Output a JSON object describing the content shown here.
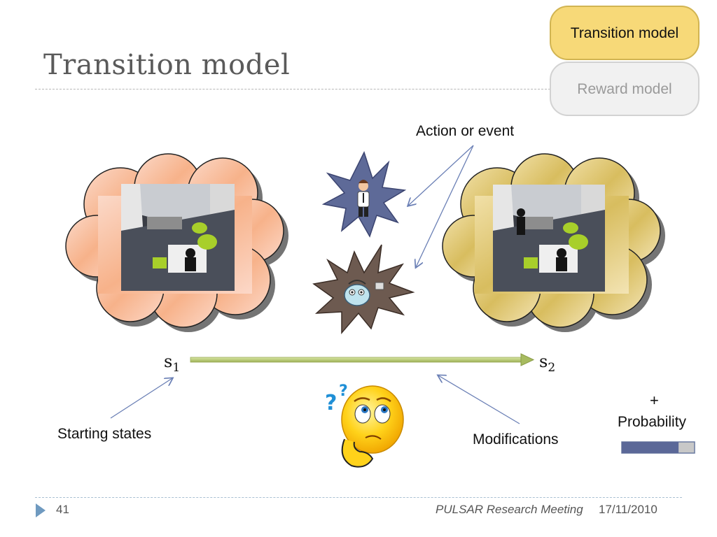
{
  "slide": {
    "title": "Transition model"
  },
  "tabs": {
    "active": "Transition model",
    "inactive": "Reward model"
  },
  "labels": {
    "action_event": "Action or event",
    "starting_states": "Starting states",
    "modifications": "Modifications",
    "plus": "+",
    "probability": "Probability"
  },
  "states": {
    "s1_base": "s",
    "s1_sub": "1",
    "s2_base": "s",
    "s2_sub": "2"
  },
  "probability_bar": {
    "fill_fraction": 0.78
  },
  "footer": {
    "page": "41",
    "event": "PULSAR Research Meeting",
    "date": "17/11/2010"
  },
  "icons": [
    "play-bullet-icon",
    "person-icon",
    "robot-icon",
    "thinking-smiley-icon"
  ]
}
